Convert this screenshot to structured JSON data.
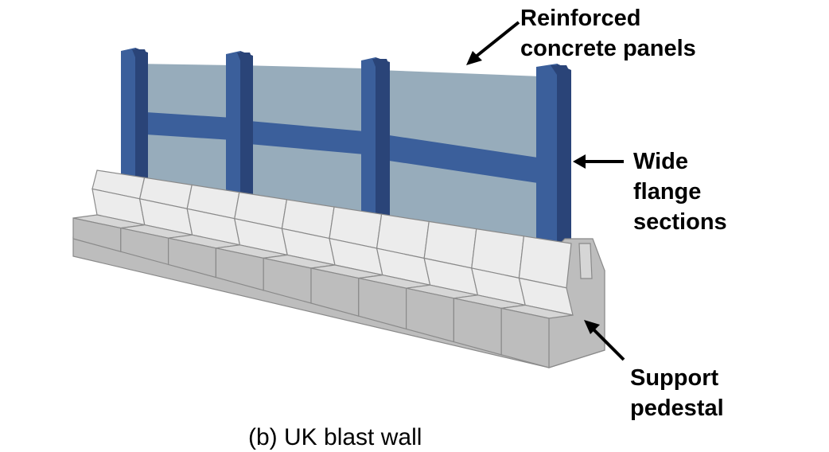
{
  "labels": {
    "panels": [
      "Reinforced",
      "concrete panels"
    ],
    "flange": [
      "Wide",
      "flange",
      "sections"
    ],
    "pedestal": [
      "Support",
      "pedestal"
    ]
  },
  "caption": "(b) UK blast wall",
  "colors": {
    "panel": "#97acbb",
    "steel": "#3b5f9b",
    "steel_dark": "#2a4478",
    "concrete_light": "#ececec",
    "concrete_mid": "#d6d6d6",
    "concrete_dark": "#bdbdbd",
    "concrete_edge": "#8a8a8a",
    "arrow": "#000000"
  }
}
